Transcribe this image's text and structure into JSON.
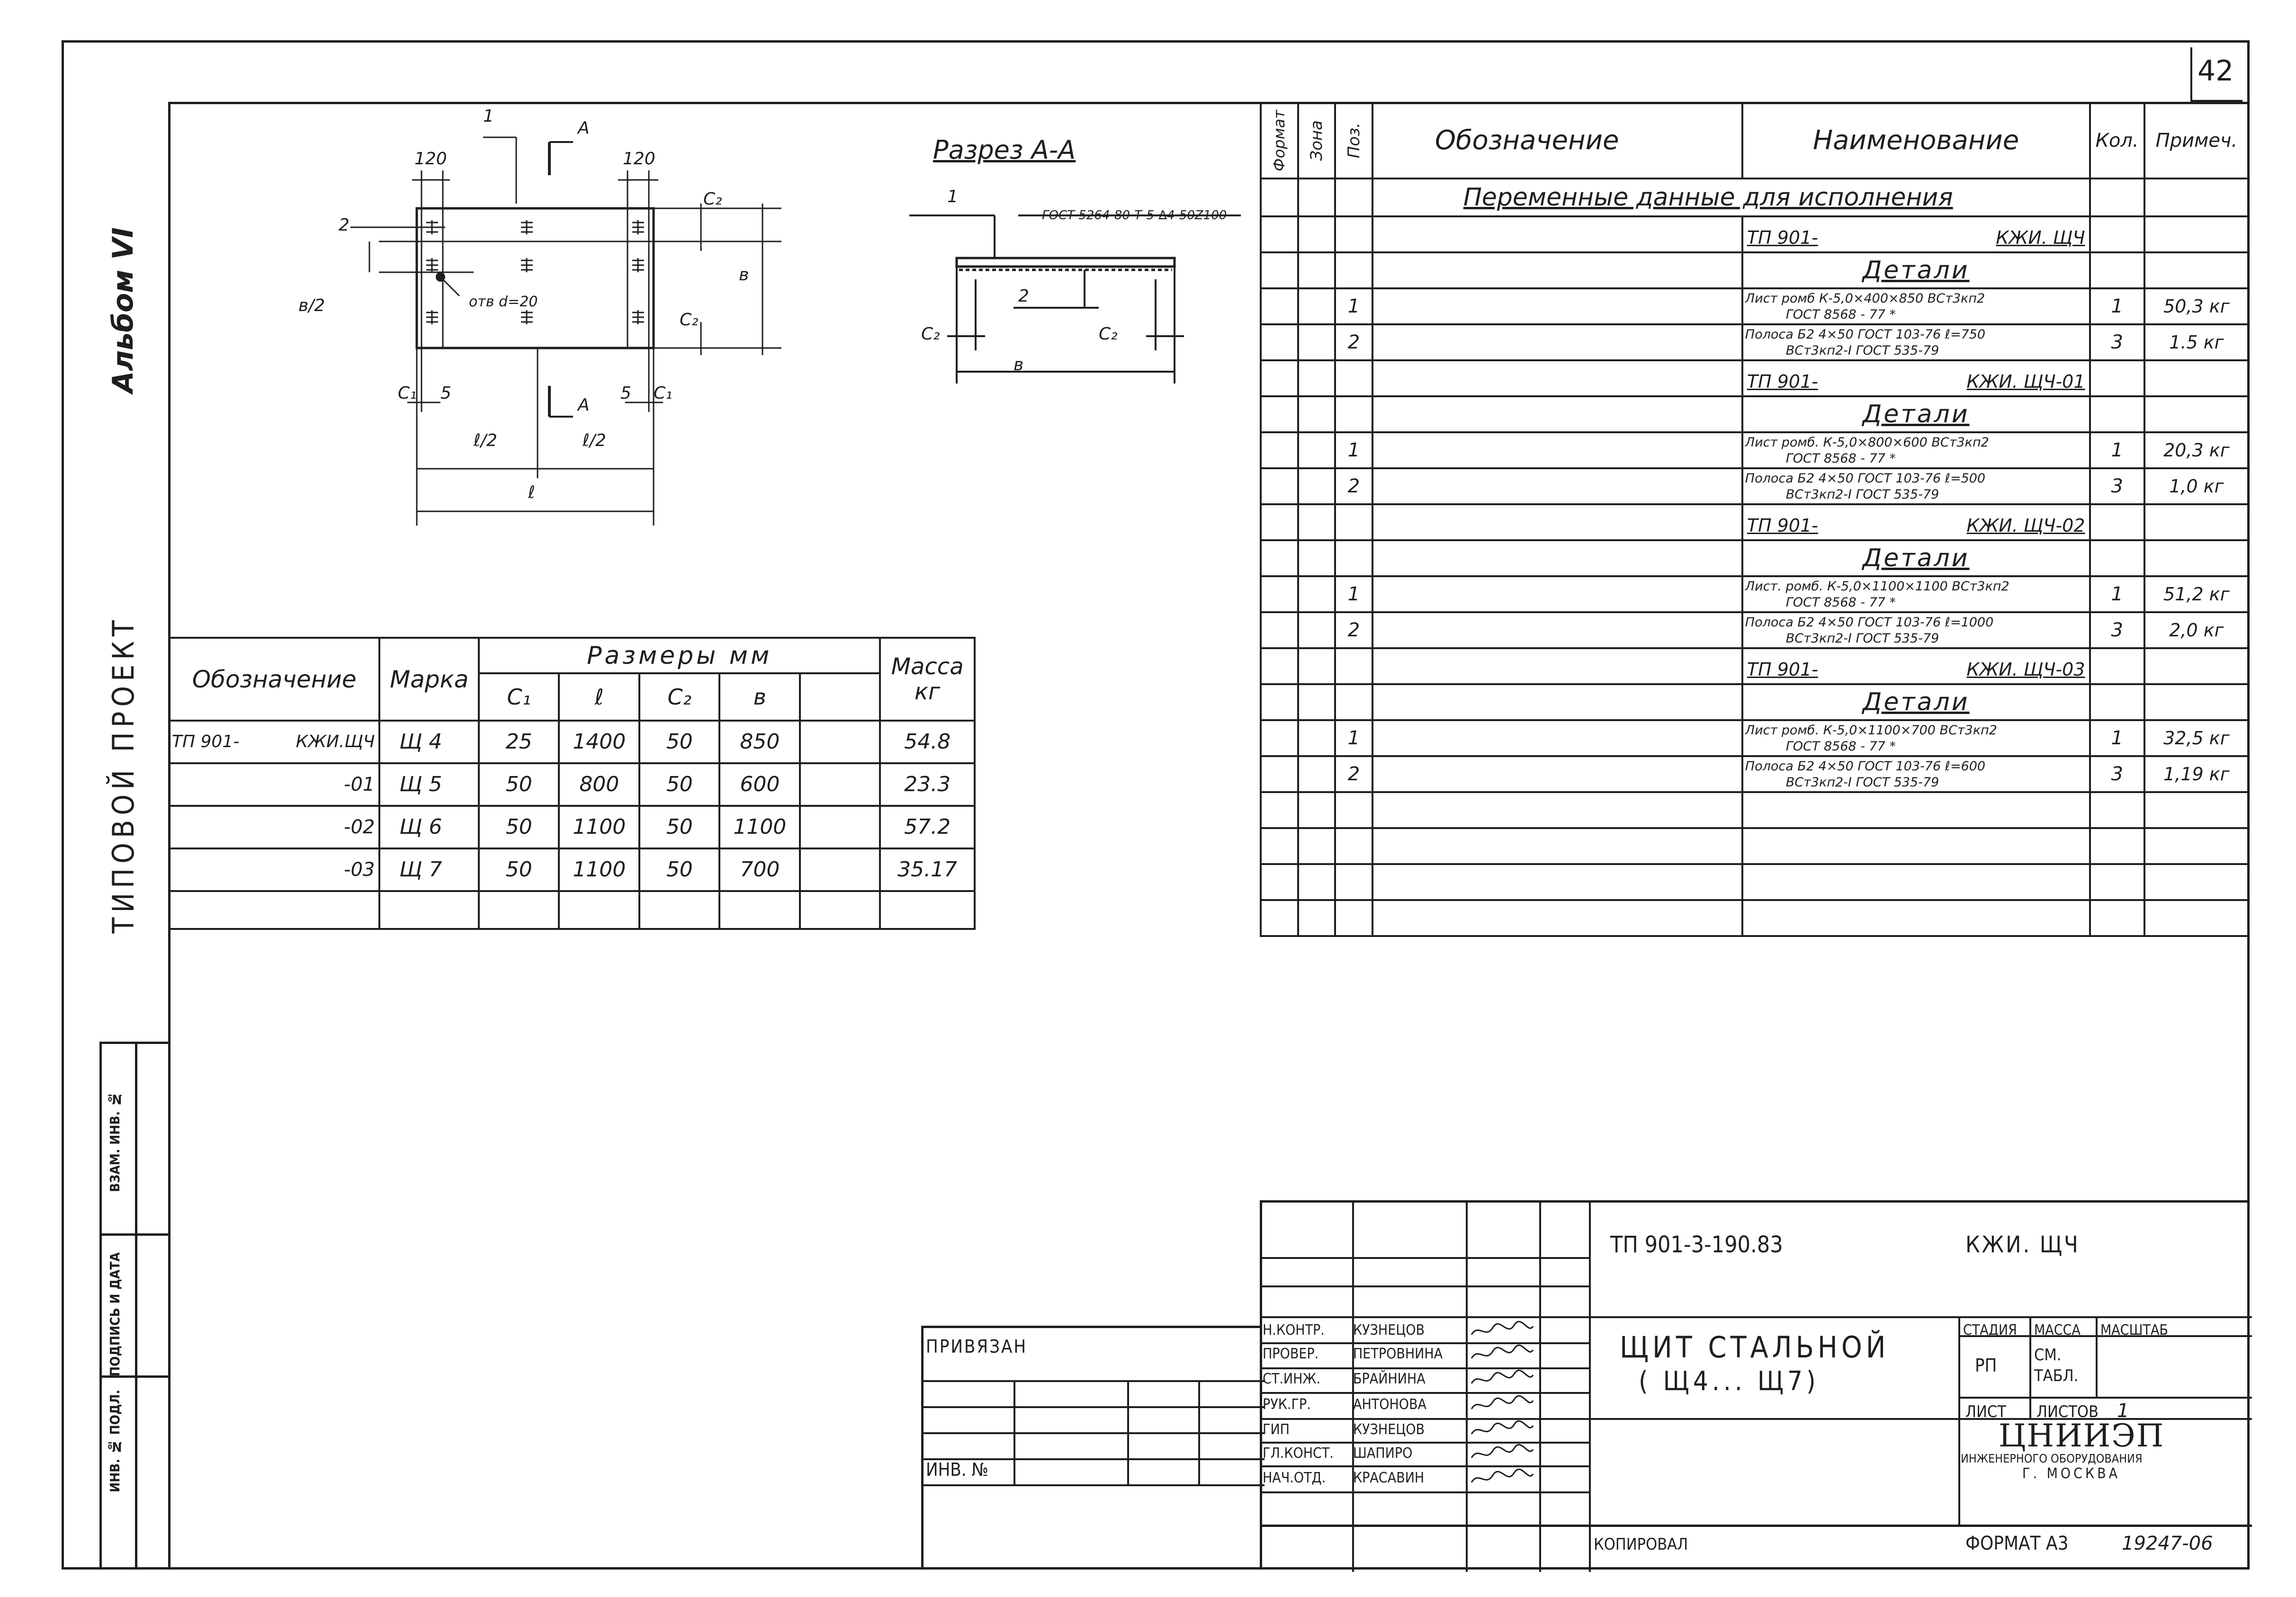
{
  "sheet_number": "42",
  "side_margin": {
    "album": "Альбом VI",
    "project": "Типовой проект",
    "stamp": [
      "Инв. № подл.",
      "Подпись и дата",
      "Взам. инв. №"
    ]
  },
  "drawing": {
    "labels": {
      "pos1": "1",
      "pos2": "2",
      "sectA": "А",
      "sectA2": "А",
      "dim120a": "120",
      "dim120b": "120",
      "c2": "C₂",
      "c2b": "C₂",
      "b": "в",
      "b_half": "в/2",
      "hole": "отв d=20",
      "c1": "C₁",
      "five": "5",
      "five2": "5",
      "c1b": "C₁",
      "l_half": "ℓ/2",
      "l_half2": "ℓ/2",
      "l": "ℓ"
    },
    "section": {
      "title": "Разрез А-А",
      "pos1": "1",
      "pos2": "2",
      "gost": "ГОСТ 5264-80-Т-5-∆4-50Z100",
      "c2": "C₂",
      "c2b": "C₂",
      "b": "в"
    }
  },
  "dims_table": {
    "headers": {
      "designation": "Обозначение",
      "mark": "Марка",
      "sizes": "Размеры мм",
      "mass": "Масса кг",
      "c1": "C₁",
      "l": "ℓ",
      "c2": "C₂",
      "b": "в"
    },
    "rows": [
      {
        "des_a": "ТП 901-",
        "des_b": "КЖИ.ЩЧ",
        "mark": "Щ 4",
        "c1": "25",
        "l": "1400",
        "c2": "50",
        "b": "850",
        "mass": "54.8"
      },
      {
        "des_a": "",
        "des_b": "-01",
        "mark": "Щ 5",
        "c1": "50",
        "l": "800",
        "c2": "50",
        "b": "600",
        "mass": "23.3"
      },
      {
        "des_a": "",
        "des_b": "-02",
        "mark": "Щ 6",
        "c1": "50",
        "l": "1100",
        "c2": "50",
        "b": "1100",
        "mass": "57.2"
      },
      {
        "des_a": "",
        "des_b": "-03",
        "mark": "Щ 7",
        "c1": "50",
        "l": "1100",
        "c2": "50",
        "b": "700",
        "mass": "35.17"
      }
    ]
  },
  "spec": {
    "headers": {
      "format": "Формат",
      "zone": "Зона",
      "pos": "Поз.",
      "designation": "Обозначение",
      "name": "Наименование",
      "qty": "Кол.",
      "note": "Примеч."
    },
    "variable_title": "Переменные данные для исполнения",
    "rows": [
      {
        "pos": "",
        "name_a": "ТП 901-",
        "name_b": "КЖИ. ЩЧ",
        "qty": "",
        "note": "",
        "kind": "variant"
      },
      {
        "pos": "",
        "name_a": "Детали",
        "name_b": "",
        "qty": "",
        "note": "",
        "kind": "section"
      },
      {
        "pos": "1",
        "name_a": "Лист ромб К-5,0×400×850 ВСт3кп2",
        "name_b": "ГОСТ 8568 - 77 *",
        "qty": "1",
        "note": "50,3 кг",
        "kind": "item"
      },
      {
        "pos": "2",
        "name_a": "Полоса Б2 4×50 ГОСТ 103-76  ℓ=750",
        "name_b": "ВСт3кп2-I ГОСТ 535-79",
        "qty": "3",
        "note": "1.5 кг",
        "kind": "item"
      },
      {
        "pos": "",
        "name_a": "ТП 901-",
        "name_b": "КЖИ. ЩЧ-01",
        "qty": "",
        "note": "",
        "kind": "variant"
      },
      {
        "pos": "",
        "name_a": "Детали",
        "name_b": "",
        "qty": "",
        "note": "",
        "kind": "section"
      },
      {
        "pos": "1",
        "name_a": "Лист ромб. К-5,0×800×600 ВСт3кп2",
        "name_b": "ГОСТ 8568 - 77 *",
        "qty": "1",
        "note": "20,3 кг",
        "kind": "item"
      },
      {
        "pos": "2",
        "name_a": "Полоса Б2 4×50 ГОСТ 103-76  ℓ=500",
        "name_b": "ВСт3кп2-I ГОСТ 535-79",
        "qty": "3",
        "note": "1,0 кг",
        "kind": "item"
      },
      {
        "pos": "",
        "name_a": "ТП 901-",
        "name_b": "КЖИ. ЩЧ-02",
        "qty": "",
        "note": "",
        "kind": "variant"
      },
      {
        "pos": "",
        "name_a": "Детали",
        "name_b": "",
        "qty": "",
        "note": "",
        "kind": "section"
      },
      {
        "pos": "1",
        "name_a": "Лист. ромб. К-5,0×1100×1100 ВСт3кп2",
        "name_b": "ГОСТ 8568 - 77 *",
        "qty": "1",
        "note": "51,2 кг",
        "kind": "item"
      },
      {
        "pos": "2",
        "name_a": "Полоса Б2 4×50 ГОСТ 103-76  ℓ=1000",
        "name_b": "ВСт3кп2-I ГОСТ 535-79",
        "qty": "3",
        "note": "2,0 кг",
        "kind": "item"
      },
      {
        "pos": "",
        "name_a": "ТП 901-",
        "name_b": "КЖИ. ЩЧ-03",
        "qty": "",
        "note": "",
        "kind": "variant"
      },
      {
        "pos": "",
        "name_a": "Детали",
        "name_b": "",
        "qty": "",
        "note": "",
        "kind": "section"
      },
      {
        "pos": "1",
        "name_a": "Лист ромб. К-5,0×1100×700 ВСт3кп2",
        "name_b": "ГОСТ 8568 - 77 *",
        "qty": "1",
        "note": "32,5 кг",
        "kind": "item"
      },
      {
        "pos": "2",
        "name_a": "Полоса Б2 4×50 ГОСТ 103-76  ℓ=600",
        "name_b": "ВСт3кп2-I ГОСТ 535-79",
        "qty": "3",
        "note": "1,19 кг",
        "kind": "item"
      }
    ]
  },
  "title_block": {
    "doc_code": "ТП 901-3-190.83",
    "doc_mark": "КЖИ. ЩЧ",
    "title_line1": "Щит стальной",
    "title_line2": "( Щ4... Щ7)",
    "stage_label": "Стадия",
    "mass_label": "Масса",
    "scale_label": "Масштаб",
    "stage": "РП",
    "mass": "см. табл.",
    "sheet_label": "Лист",
    "sheets_label": "Листов",
    "sheets": "1",
    "org_logo": "ЦНИИЭП",
    "org_line1": "инженерного оборудования",
    "org_line2": "г. Москва",
    "privyazan": "Привязан",
    "inv": "Инв. №",
    "copied": "Копировал",
    "format": "Формат А3",
    "archive": "19247-06",
    "signers": [
      {
        "role": "Н.контр.",
        "name": "Кузнецов"
      },
      {
        "role": "Провер.",
        "name": "Петровнина"
      },
      {
        "role": "Ст.инж.",
        "name": "Брайнина"
      },
      {
        "role": "Рук.гр.",
        "name": "Антонова"
      },
      {
        "role": "ГИП",
        "name": "Кузнецов"
      },
      {
        "role": "Гл.конст.",
        "name": "Шапиро"
      },
      {
        "role": "Нач.отд.",
        "name": "Красавин"
      }
    ]
  }
}
